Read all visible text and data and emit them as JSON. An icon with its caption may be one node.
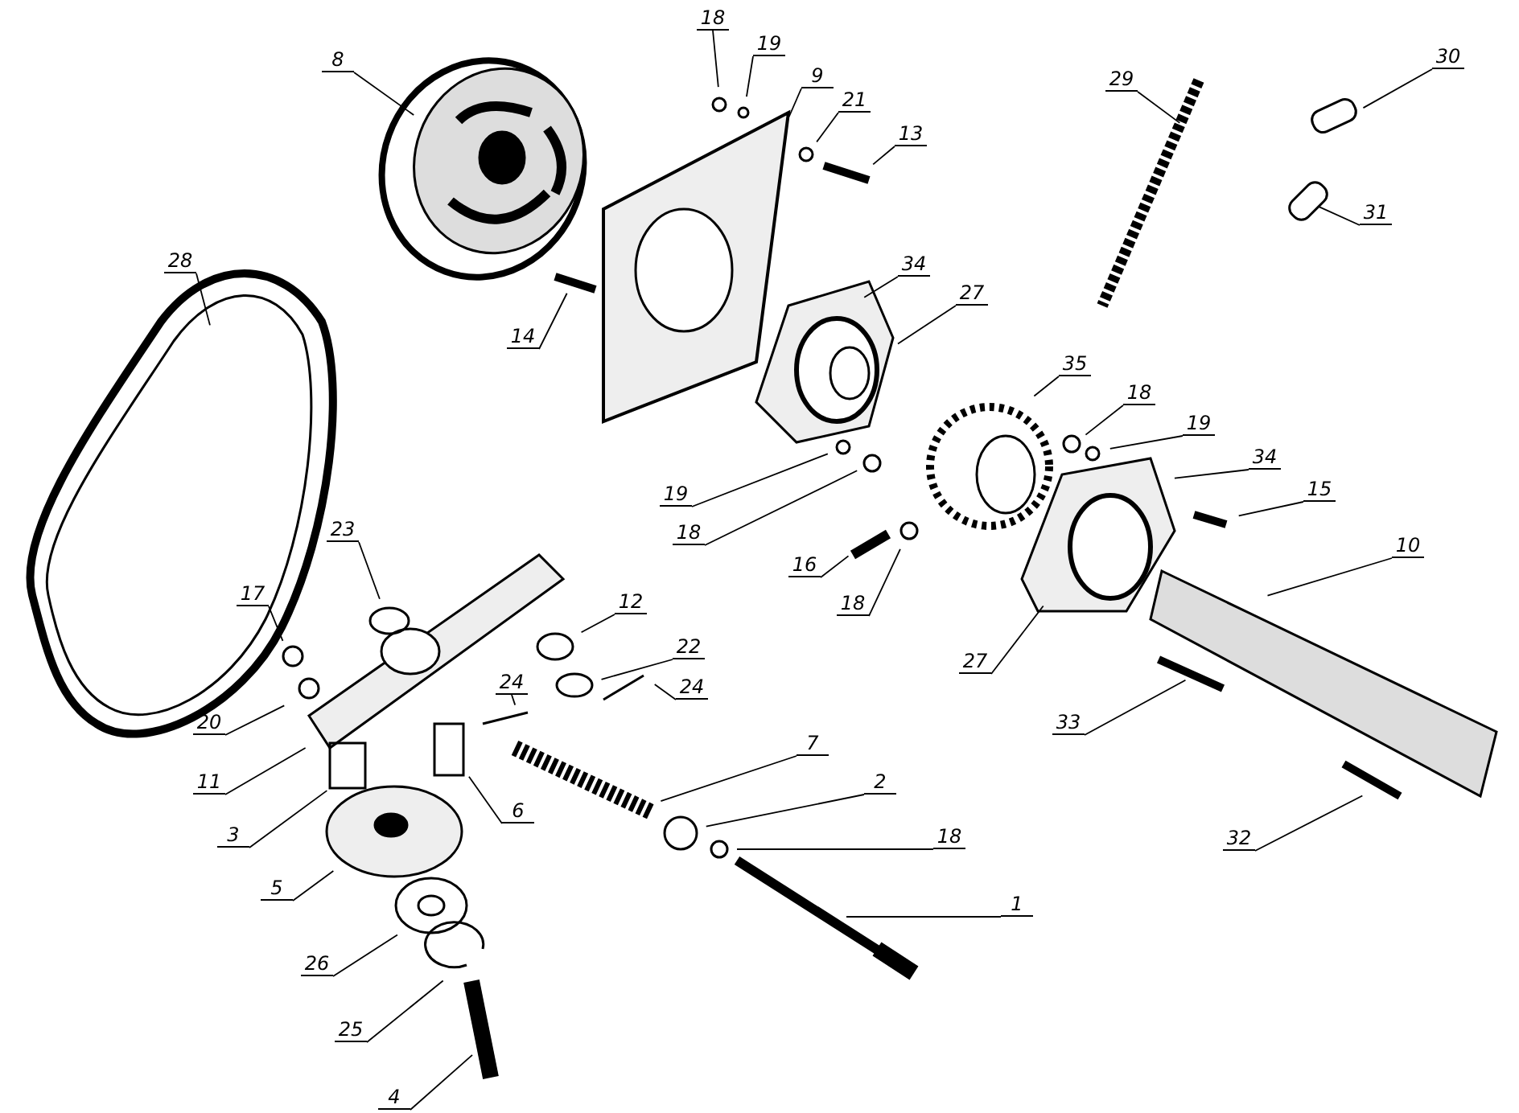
{
  "diagram": {
    "nodes": [
      {
        "text": [
          "18"
        ]
      },
      {
        "text": [
          "19"
        ]
      },
      {
        "text": [
          "8"
        ]
      },
      {
        "text": [
          "9"
        ]
      },
      {
        "text": [
          "30"
        ]
      },
      {
        "text": [
          "29"
        ]
      },
      {
        "text": [
          "21"
        ]
      },
      {
        "text": [
          "13"
        ]
      },
      {
        "text": [
          "31"
        ]
      },
      {
        "text": [
          "28"
        ]
      },
      {
        "text": [
          "34"
        ]
      },
      {
        "text": [
          "27"
        ]
      },
      {
        "text": [
          "14"
        ]
      },
      {
        "text": [
          "35"
        ]
      },
      {
        "text": [
          "18"
        ]
      },
      {
        "text": [
          "19"
        ]
      },
      {
        "text": [
          "34"
        ]
      },
      {
        "text": [
          "15"
        ]
      },
      {
        "text": [
          "19"
        ]
      },
      {
        "text": [
          "18"
        ]
      },
      {
        "text": [
          "23"
        ]
      },
      {
        "text": [
          "10"
        ]
      },
      {
        "text": [
          "16"
        ]
      },
      {
        "text": [
          "17"
        ]
      },
      {
        "text": [
          "12"
        ]
      },
      {
        "text": [
          "18"
        ]
      },
      {
        "text": [
          "22"
        ]
      },
      {
        "text": [
          "24"
        ]
      },
      {
        "text": [
          "27"
        ]
      },
      {
        "text": [
          "24"
        ]
      },
      {
        "text": [
          "20"
        ]
      },
      {
        "text": [
          "33"
        ]
      },
      {
        "text": [
          "7"
        ]
      },
      {
        "text": [
          "11"
        ]
      },
      {
        "text": [
          "2"
        ]
      },
      {
        "text": [
          "6"
        ]
      },
      {
        "text": [
          "3"
        ]
      },
      {
        "text": [
          "18"
        ]
      },
      {
        "text": [
          "32"
        ]
      },
      {
        "text": [
          "5"
        ]
      },
      {
        "text": [
          "1"
        ]
      },
      {
        "text": [
          "26"
        ]
      },
      {
        "text": [
          "25"
        ]
      },
      {
        "text": [
          "4"
        ]
      }
    ],
    "edges": [
      {
        "from": 0,
        "to": null,
        "arrow": "none"
      },
      {
        "from": 1,
        "to": null,
        "arrow": "none"
      },
      {
        "from": 2,
        "to": null,
        "arrow": "none"
      },
      {
        "from": 3,
        "to": null,
        "arrow": "none"
      },
      {
        "from": 4,
        "to": null,
        "arrow": "none"
      },
      {
        "from": 5,
        "to": null,
        "arrow": "none"
      },
      {
        "from": 6,
        "to": null,
        "arrow": "none"
      },
      {
        "from": 7,
        "to": null,
        "arrow": "none"
      },
      {
        "from": 8,
        "to": null,
        "arrow": "none"
      },
      {
        "from": 9,
        "to": null,
        "arrow": "none"
      },
      {
        "from": 10,
        "to": null,
        "arrow": "none"
      },
      {
        "from": 11,
        "to": null,
        "arrow": "none"
      },
      {
        "from": 12,
        "to": null,
        "arrow": "none"
      },
      {
        "from": 13,
        "to": null,
        "arrow": "none"
      },
      {
        "from": 14,
        "to": null,
        "arrow": "none"
      },
      {
        "from": 15,
        "to": null,
        "arrow": "none"
      },
      {
        "from": 16,
        "to": null,
        "arrow": "none"
      },
      {
        "from": 17,
        "to": null,
        "arrow": "none"
      },
      {
        "from": 18,
        "to": null,
        "arrow": "none"
      },
      {
        "from": 19,
        "to": null,
        "arrow": "none"
      },
      {
        "from": 20,
        "to": null,
        "arrow": "none"
      },
      {
        "from": 21,
        "to": null,
        "arrow": "none"
      },
      {
        "from": 22,
        "to": null,
        "arrow": "none"
      },
      {
        "from": 23,
        "to": null,
        "arrow": "none"
      },
      {
        "from": 24,
        "to": null,
        "arrow": "none"
      },
      {
        "from": 25,
        "to": null,
        "arrow": "none"
      },
      {
        "from": 26,
        "to": null,
        "arrow": "none"
      },
      {
        "from": 27,
        "to": null,
        "arrow": "none"
      },
      {
        "from": 28,
        "to": null,
        "arrow": "none"
      },
      {
        "from": 29,
        "to": null,
        "arrow": "none"
      },
      {
        "from": 30,
        "to": null,
        "arrow": "none"
      },
      {
        "from": 31,
        "to": null,
        "arrow": "none"
      },
      {
        "from": 32,
        "to": null,
        "arrow": "none"
      },
      {
        "from": 33,
        "to": null,
        "arrow": "none"
      },
      {
        "from": 34,
        "to": null,
        "arrow": "none"
      },
      {
        "from": 35,
        "to": null,
        "arrow": "none"
      },
      {
        "from": 36,
        "to": null,
        "arrow": "none"
      },
      {
        "from": 37,
        "to": null,
        "arrow": "none"
      },
      {
        "from": 38,
        "to": null,
        "arrow": "none"
      },
      {
        "from": 39,
        "to": null,
        "arrow": "none"
      },
      {
        "from": 40,
        "to": null,
        "arrow": "none"
      },
      {
        "from": 41,
        "to": null,
        "arrow": "none"
      },
      {
        "from": 42,
        "to": null,
        "arrow": "none"
      },
      {
        "from": 43,
        "to": null,
        "arrow": "none"
      }
    ]
  }
}
